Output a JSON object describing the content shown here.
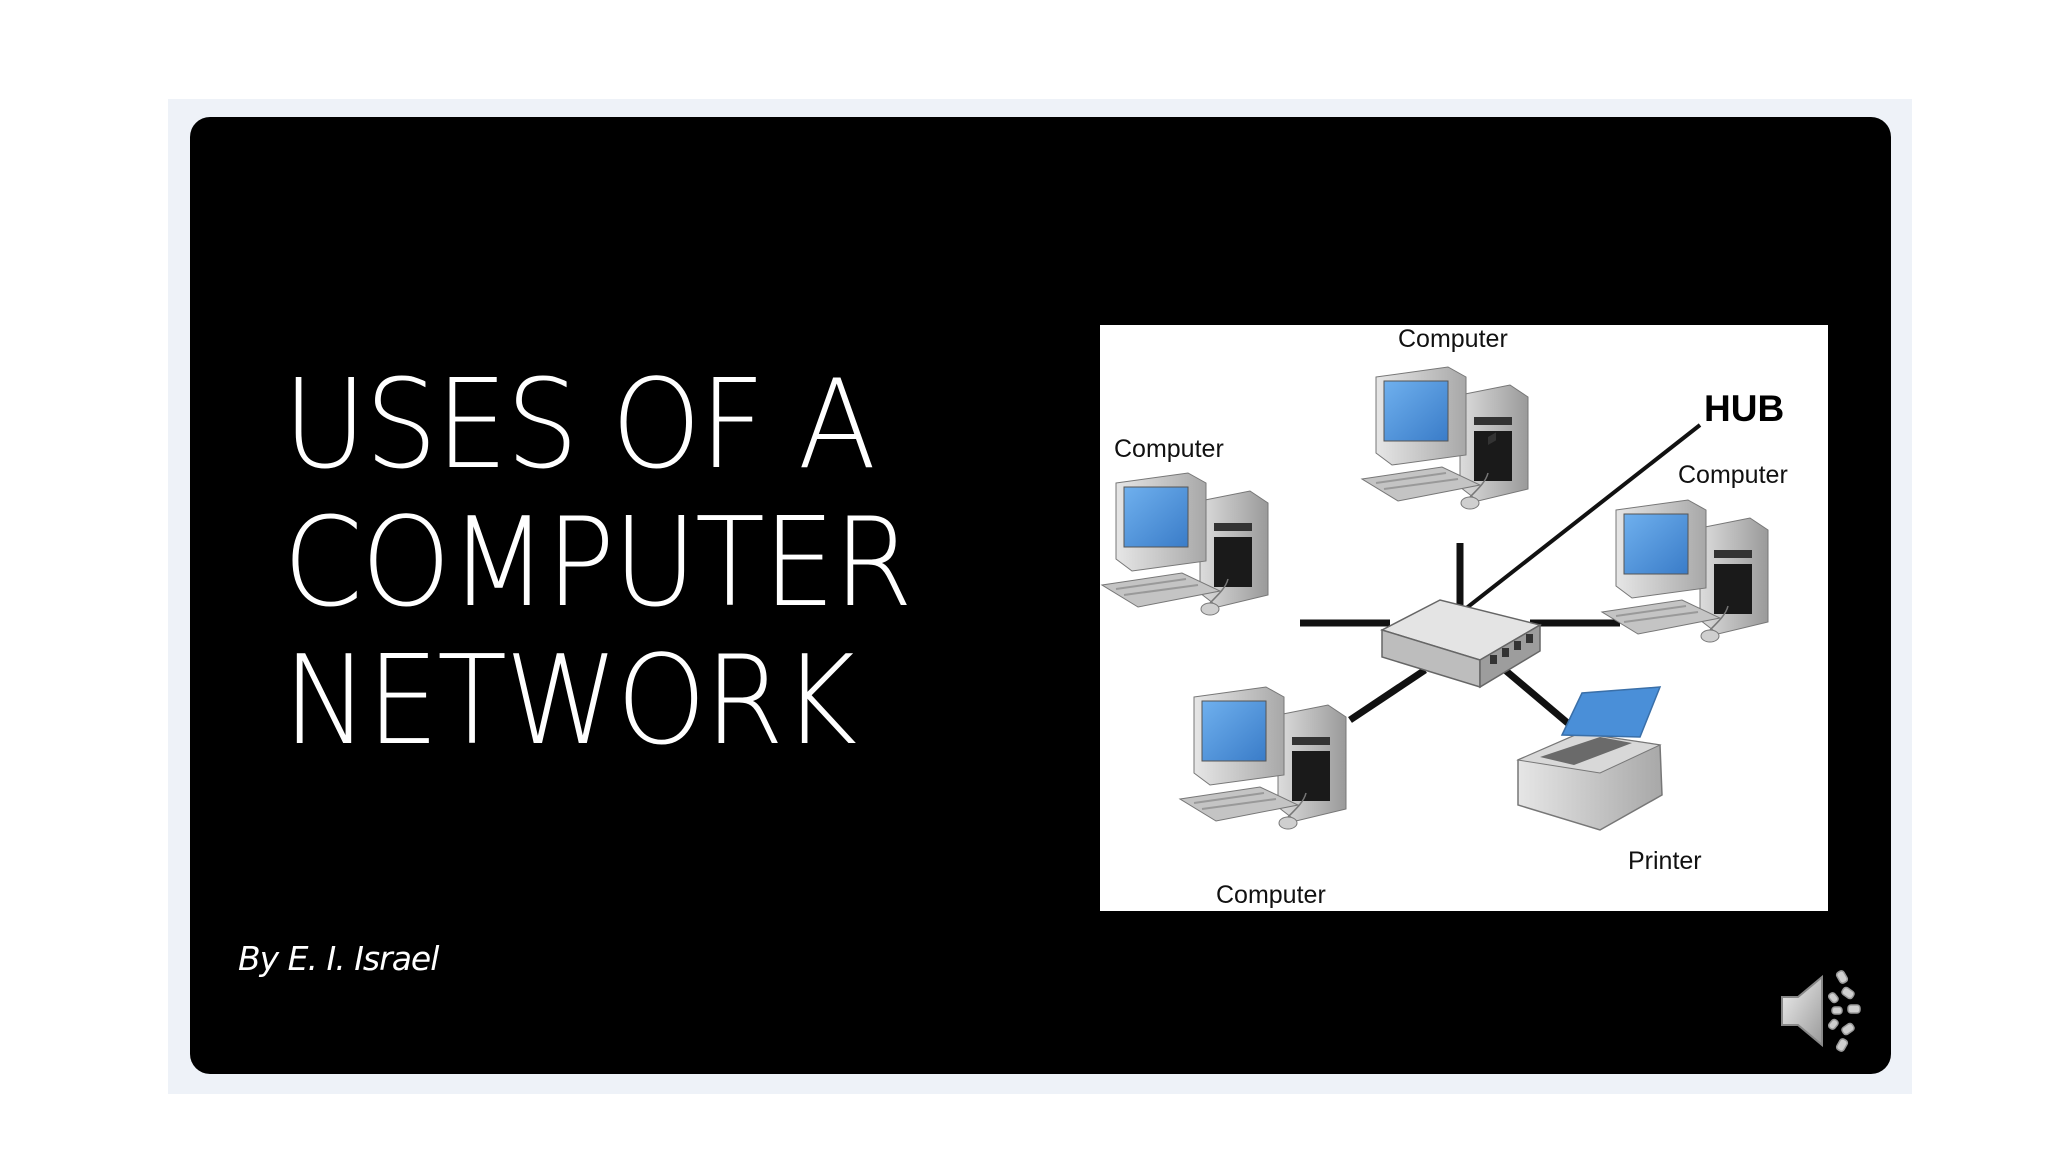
{
  "slide": {
    "title_lines": [
      "USES OF A",
      "COMPUTER",
      "NETWORK"
    ],
    "byline": "By E. I. Israel"
  },
  "diagram": {
    "hub_label": "HUB",
    "computer_top_label": "Computer",
    "computer_left_label": "Computer",
    "computer_right_label": "Computer",
    "computer_bottom_label": "Computer",
    "printer_label": "Printer"
  },
  "audio": {
    "icon": "speaker-icon"
  },
  "colors": {
    "slide_background": "#000000",
    "title_text": "#ffffff",
    "monitor_screen": "#4a8fd8",
    "device_body": "#d2d2d2",
    "frame": "#eef2f8"
  }
}
